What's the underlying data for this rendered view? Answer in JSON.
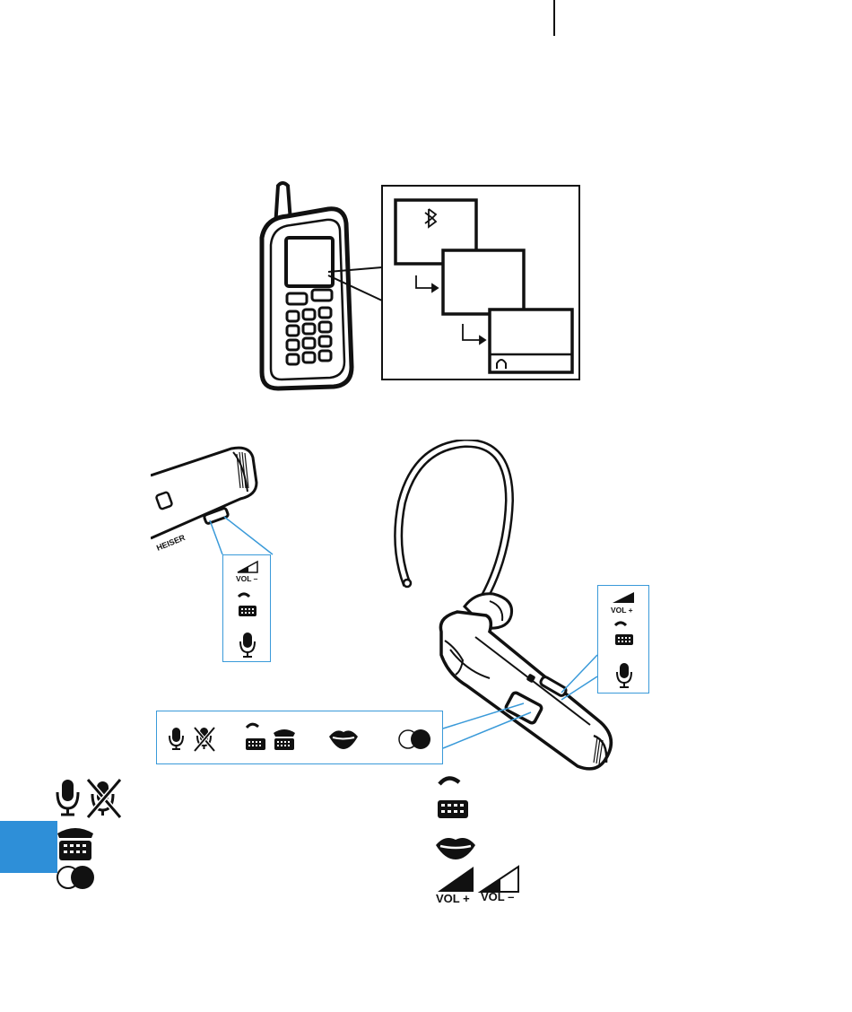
{
  "colors": {
    "accent_blue": "#2e8fd8",
    "line_blue": "#3a9ad9",
    "ink": "#111111",
    "page": "#ffffff"
  },
  "labels": {
    "vol_minus": "VOL –",
    "vol_plus": "VOL +",
    "brand_fragment": "HEISER"
  },
  "icons": {
    "bluetooth": "bluetooth-icon",
    "headset_status": "headset-icon",
    "microphone": "microphone-icon",
    "microphone_muted": "microphone-muted-icon",
    "telephone": "telephone-icon",
    "telephone_hook": "telephone-offhook-icon",
    "voice_lips": "lips-icon",
    "toggle": "toggle-circles-icon",
    "volume": "volume-wedge-icon"
  }
}
